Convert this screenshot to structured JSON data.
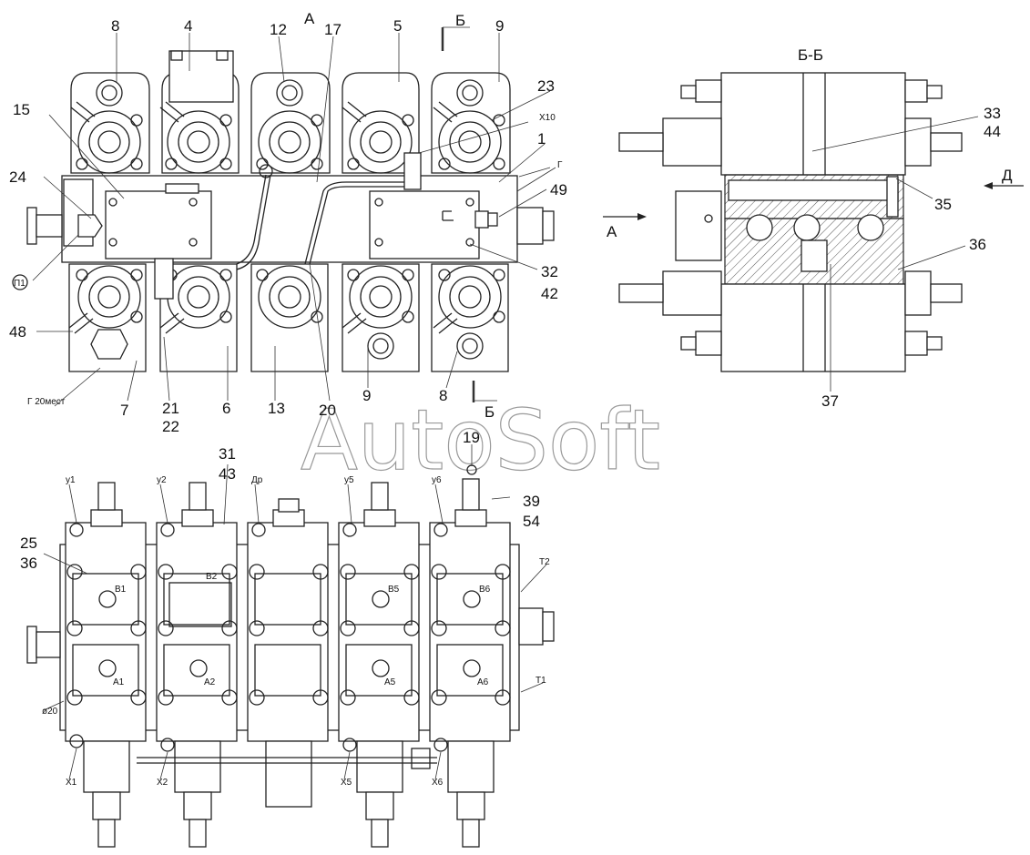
{
  "watermark": "AutoSoft",
  "section_labels": {
    "view_a_top": "А",
    "view_a_side": "А",
    "section_b_top": "Б",
    "section_b_bottom": "Б",
    "section_bb_title": "Б-Б",
    "view_d": "Д"
  },
  "callouts_top": [
    "8",
    "4",
    "12",
    "17",
    "5",
    "9",
    "23",
    "1",
    "15",
    "24",
    "49",
    "32",
    "42",
    "48",
    "7",
    "21",
    "22",
    "6",
    "13",
    "20",
    "9",
    "8"
  ],
  "callouts_right": [
    "33",
    "44",
    "35",
    "36",
    "37"
  ],
  "callouts_bottom": [
    "31",
    "43",
    "25",
    "36",
    "19",
    "39",
    "54"
  ],
  "small_labels": {
    "x10": "Х10",
    "g": "Г",
    "p1": "П1",
    "g20": "Г 20мест",
    "u1": "у1",
    "u2": "у2",
    "dr": "Др",
    "u5": "у5",
    "u6": "у6",
    "v1": "В1",
    "v2": "В2",
    "v5": "В5",
    "v6": "В6",
    "a1": "А1",
    "a2": "А2",
    "a5": "А5",
    "a6": "А6",
    "t1": "Т1",
    "t2": "Т2",
    "phi20": "ø20",
    "x1": "Х1",
    "x2": "Х2",
    "x5": "Х5",
    "x6": "Х6"
  }
}
